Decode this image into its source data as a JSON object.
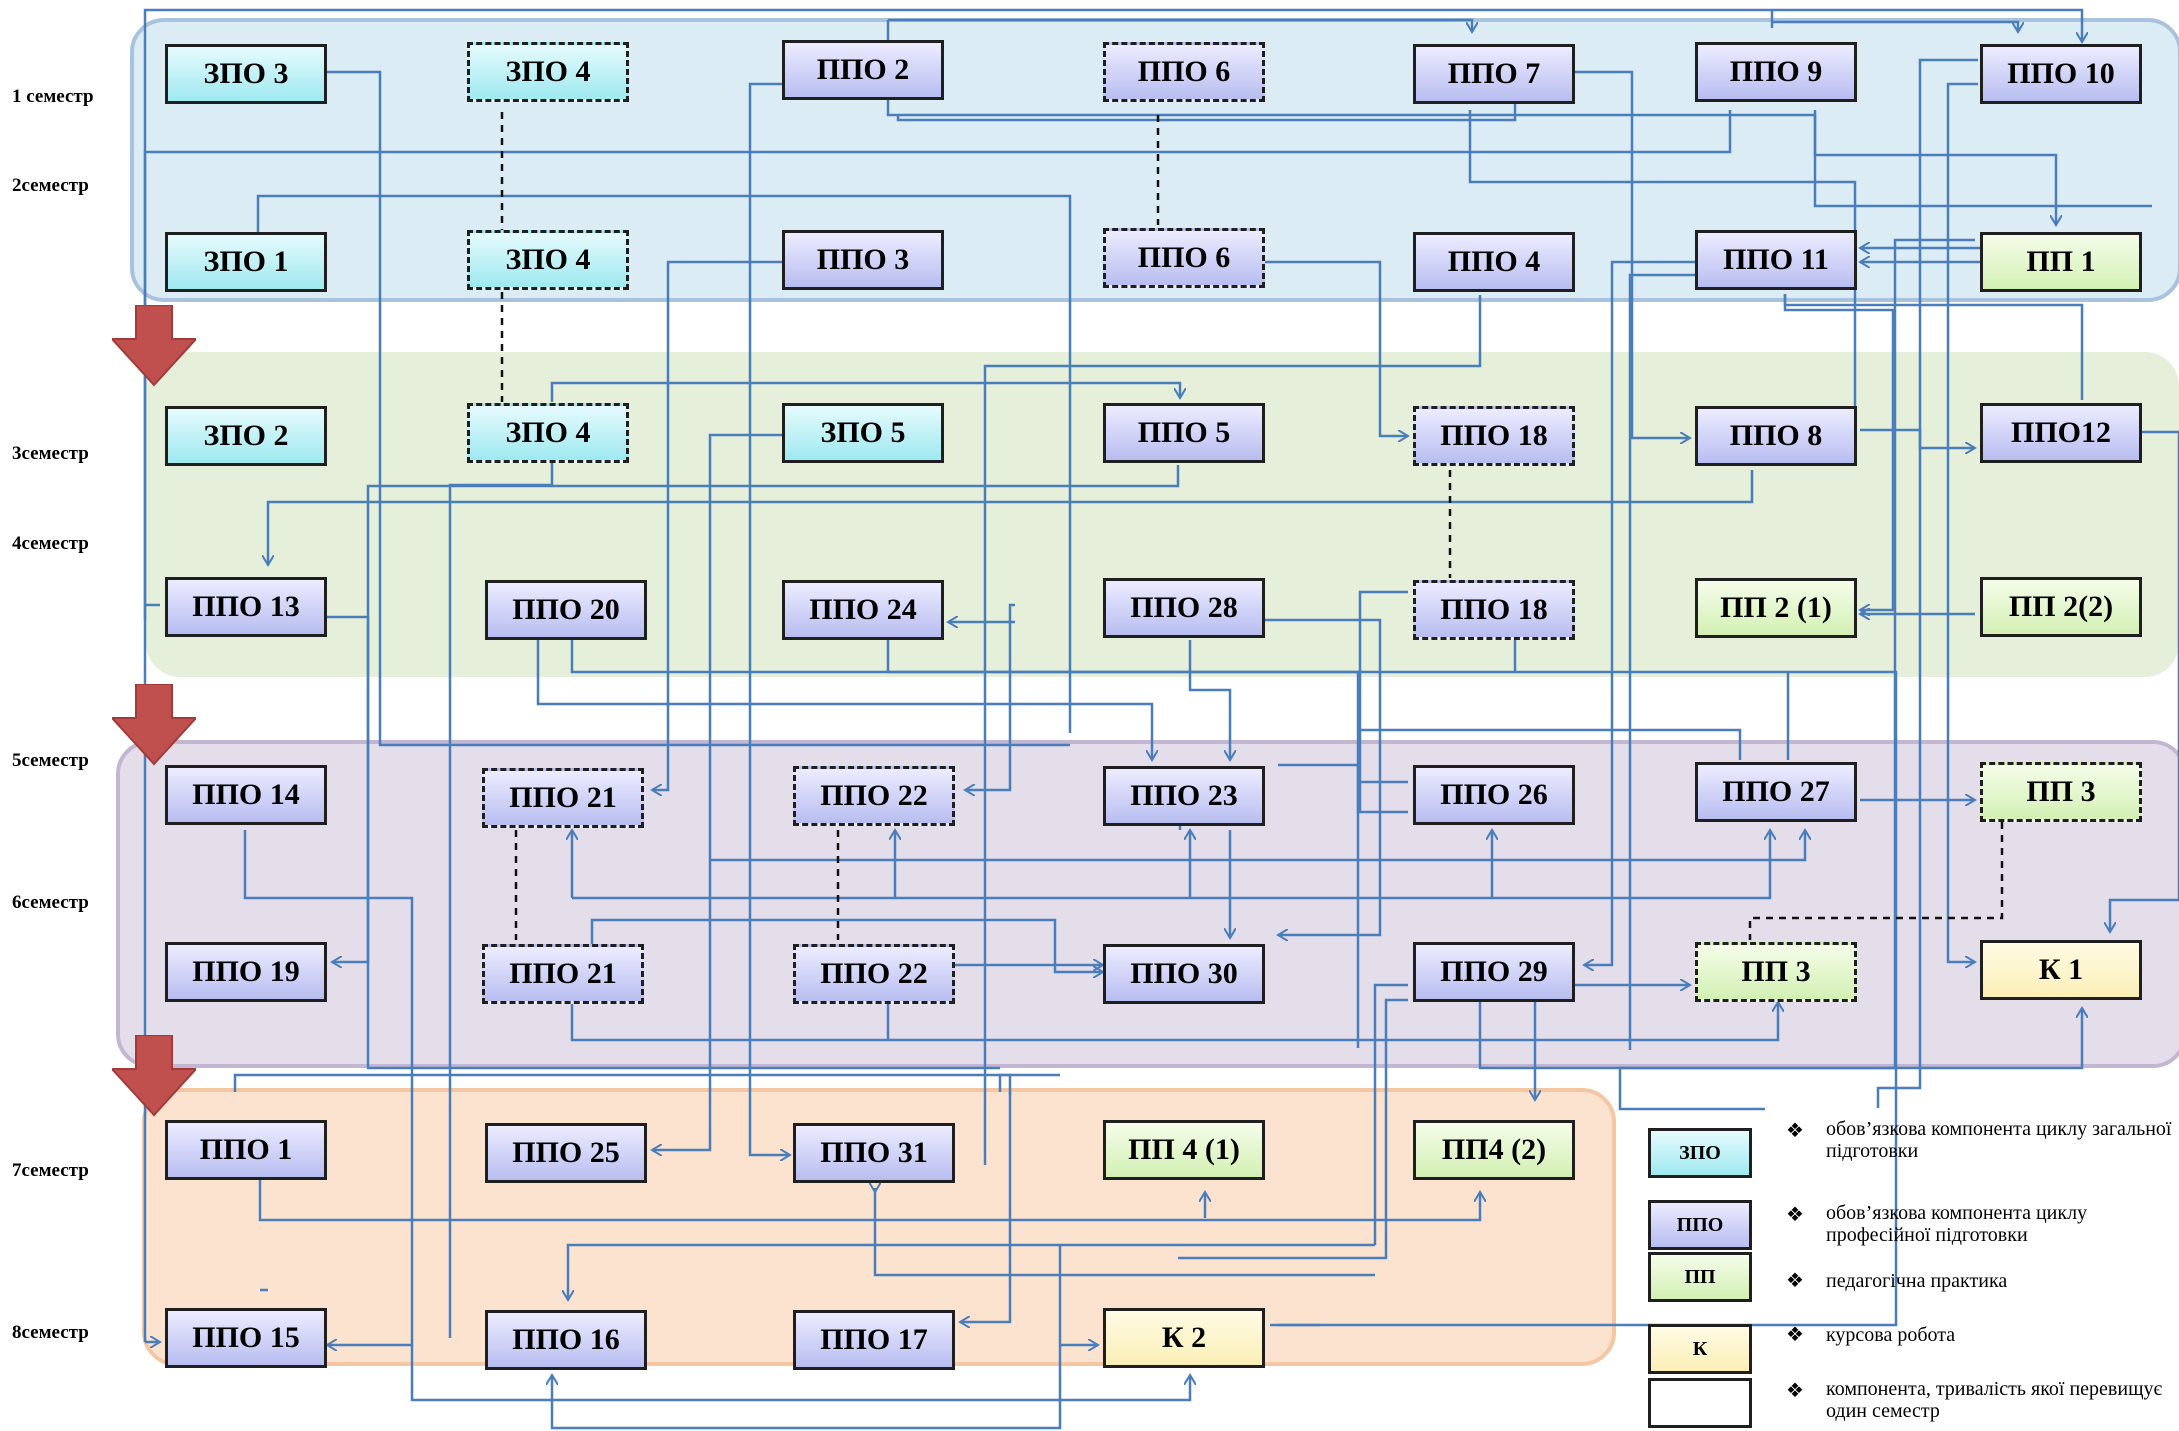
{
  "semesters": [
    "1 семестр",
    "2семестр",
    "3семестр",
    "4семестр",
    "5семестр",
    "6семестр",
    "7семестр",
    "8семестр"
  ],
  "nodes": {
    "zpo3_s1": "ЗПО 3",
    "zpo4_s1": "ЗПО 4",
    "ppo2": "ППО 2",
    "ppo6_s1": "ППО 6",
    "ppo7": "ППО 7",
    "ppo9": "ППО 9",
    "ppo10": "ППО 10",
    "zpo1": "ЗПО 1",
    "zpo4_s2": "ЗПО 4",
    "ppo3": "ППО 3",
    "ppo6_s2": "ППО 6",
    "ppo4": "ППО 4",
    "ppo11": "ППО 11",
    "pp1": "ПП 1",
    "zpo2": "ЗПО 2",
    "zpo4_s3": "ЗПО 4",
    "zpo5": "ЗПО 5",
    "ppo5": "ППО 5",
    "ppo18_s3": "ППО 18",
    "ppo8": "ППО 8",
    "ppo12": "ППО12",
    "ppo13": "ППО 13",
    "ppo20": "ППО 20",
    "ppo24": "ППО 24",
    "ppo28": "ППО 28",
    "ppo18_s4": "ППО 18",
    "pp2_1": "ПП 2 (1)",
    "pp2_2": "ПП 2(2)",
    "ppo14": "ППО 14",
    "ppo21_s5": "ППО 21",
    "ppo22_s5": "ППО 22",
    "ppo23": "ППО 23",
    "ppo26": "ППО 26",
    "ppo27": "ППО 27",
    "pp3_s5": "ПП 3",
    "ppo19": "ППО 19",
    "ppo21_s6": "ППО 21",
    "ppo22_s6": "ППО 22",
    "ppo30": "ППО 30",
    "ppo29": "ППО 29",
    "pp3_s6": "ПП 3",
    "k1": "К 1",
    "ppo1": "ППО 1",
    "ppo25": "ППО 25",
    "ppo31": "ППО 31",
    "pp4_1": "ПП 4 (1)",
    "pp4_2": "ПП4 (2)",
    "ppo15": "ППО 15",
    "ppo16": "ППО 16",
    "ppo17": "ППО 17",
    "k2": "К 2"
  },
  "legend": [
    {
      "key": "ЗПО",
      "text": "обов’язкова компонента циклу загальної підготовки"
    },
    {
      "key": "ППО",
      "text": "обов’язкова компонента циклу професійної підготовки"
    },
    {
      "key": "ПП",
      "text": "педагогічна практика"
    },
    {
      "key": "К",
      "text": "курсова робота"
    },
    {
      "key": "",
      "text": "компонента, тривалість якої перевищує один семестр"
    }
  ],
  "legend_bullet": "❖",
  "colors": {
    "link": "#4a7ebb",
    "arrow": "#c0504d",
    "zpo": "#9ee9f0",
    "ppo": "#b8bdf0",
    "pp": "#d3f0b4",
    "k": "#fbefb6"
  }
}
